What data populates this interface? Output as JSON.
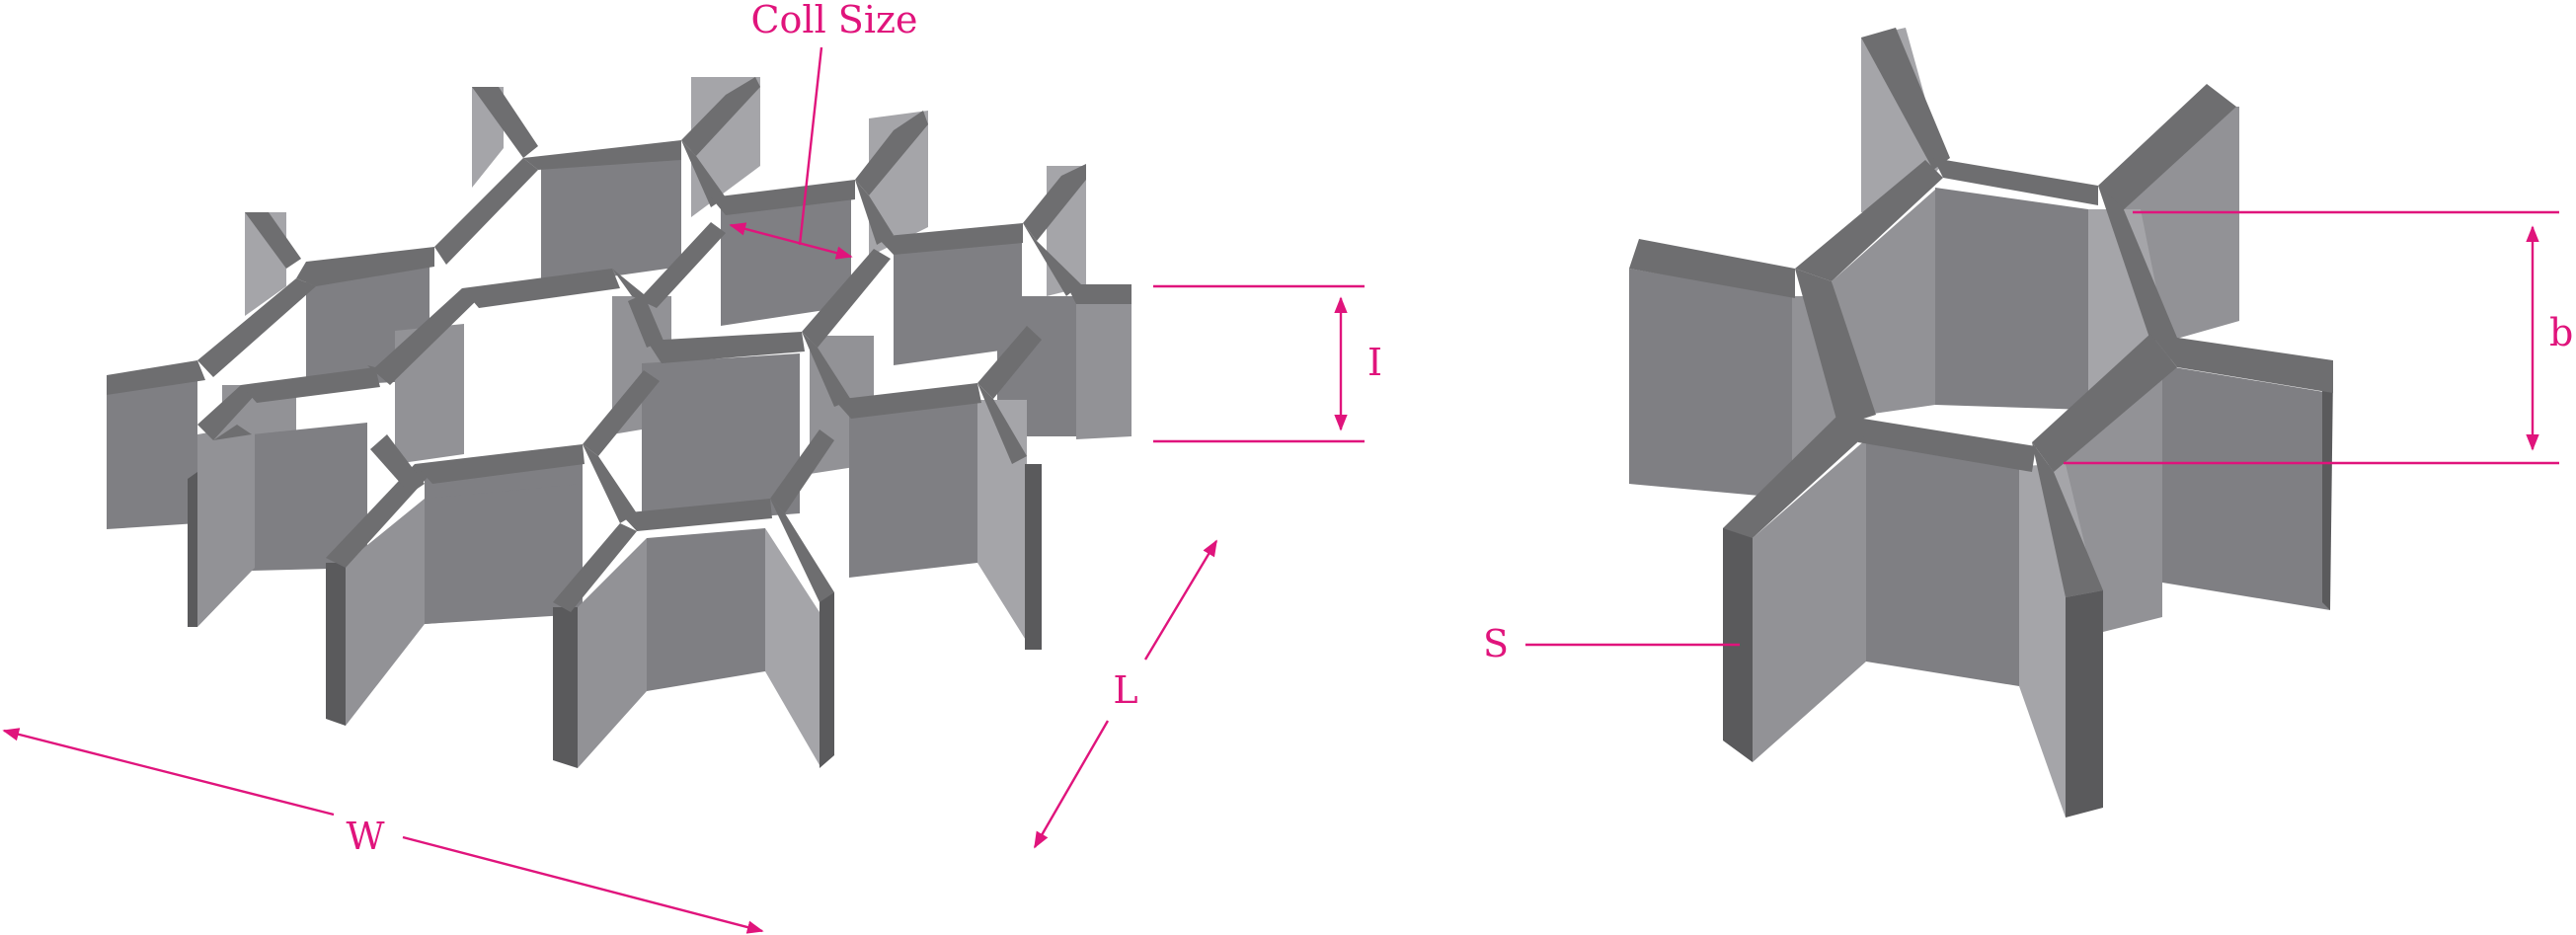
{
  "colors": {
    "accent": "#e0147c",
    "cell_top": "#6e6e70",
    "wall_dark": "#7f7f83",
    "wall_mid": "#929296",
    "wall_light": "#a5a5a9"
  },
  "labels": {
    "cell_size": "Coll Size",
    "thickness_left": "I",
    "length": "L",
    "width": "W",
    "depth_right": "b",
    "wall": "S"
  }
}
